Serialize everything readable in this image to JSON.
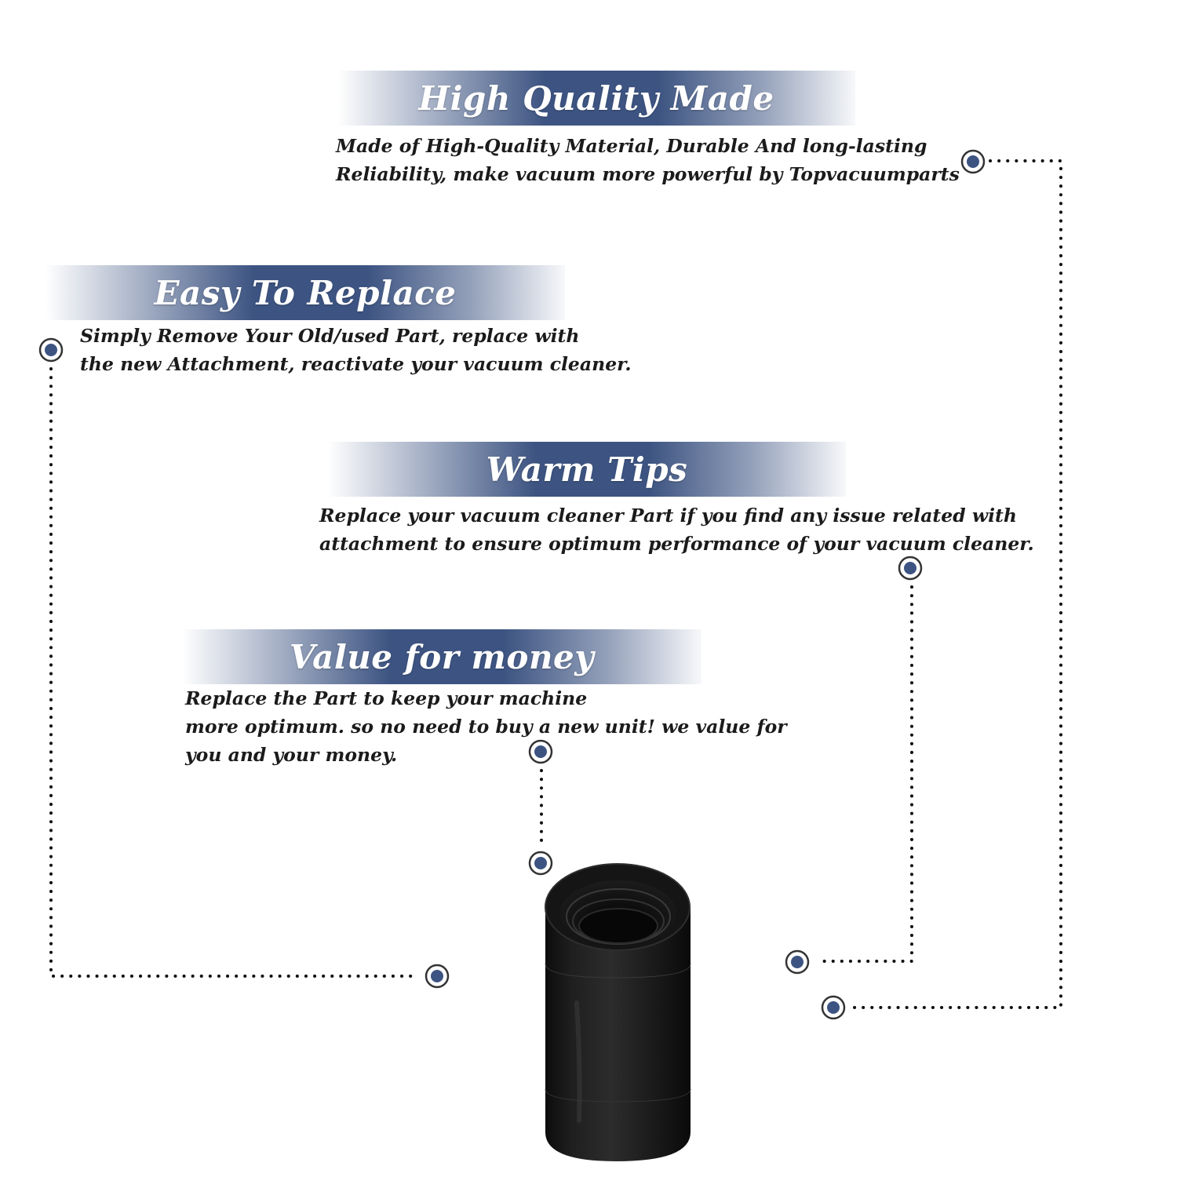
{
  "colors": {
    "accent": "#3d5482",
    "text": "#1b1b1b",
    "background": "#ffffff"
  },
  "features": [
    {
      "title": "High Quality Made",
      "lines": [
        "Made of  High-Quality Material, Durable And long-lasting",
        "Reliability, make vacuum more powerful by Topvacuumparts"
      ]
    },
    {
      "title": "Easy To Replace",
      "lines": [
        "Simply Remove Your Old/used Part, replace with",
        "the new Attachment, reactivate your vacuum cleaner."
      ]
    },
    {
      "title": "Warm Tips",
      "lines": [
        "Replace your vacuum cleaner Part if you find any issue related with",
        " attachment to ensure optimum performance of your vacuum cleaner."
      ]
    },
    {
      "title": "Value for money",
      "lines": [
        "Replace the Part to keep your machine",
        "more optimum. so no need to buy a new unit! we value for",
        "you and your money."
      ]
    }
  ],
  "icons": {
    "marker": "target-dot-icon",
    "product": "vacuum-hose-adapter"
  }
}
